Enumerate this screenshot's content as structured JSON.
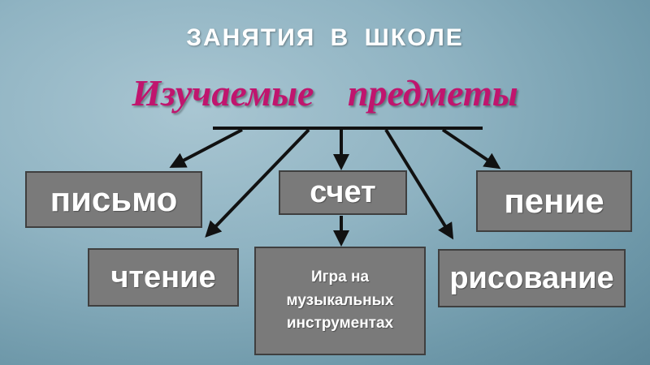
{
  "header": {
    "title": "ЗАНЯТИЯ В ШКОЛЕ",
    "subtitle": "Изучаемые предметы"
  },
  "colors": {
    "subtitle": "#c0156e",
    "box_fill": "#7a7a7a",
    "box_border": "#3f3f3f",
    "text": "#ffffff"
  },
  "subjects": {
    "writing": "письмо",
    "counting": "счет",
    "singing": "пение",
    "reading": "чтение",
    "music": "Игра на музыкальных инструментах",
    "drawing": "рисование"
  }
}
